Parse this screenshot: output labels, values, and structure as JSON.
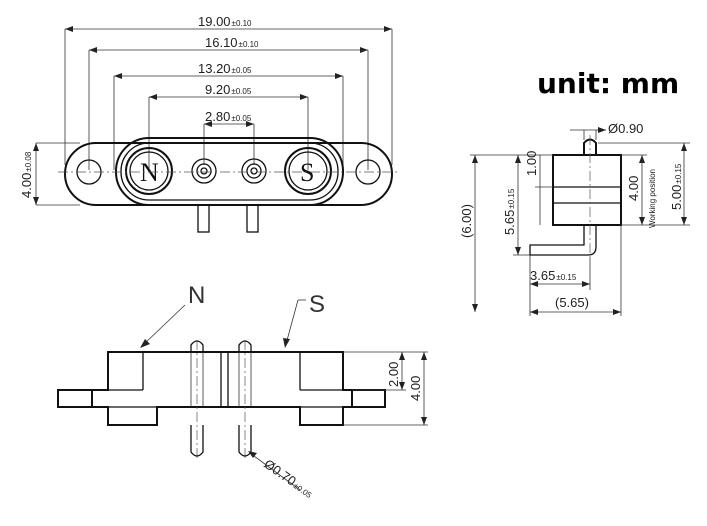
{
  "unit_label": "unit: mm",
  "front_view": {
    "dim_overall": {
      "value": "19.00",
      "tol": "±0.10"
    },
    "dim_holes": {
      "value": "16.10",
      "tol": "±0.10"
    },
    "dim_magnets": {
      "value": "13.20",
      "tol": "±0.05"
    },
    "dim_inner": {
      "value": "9.20",
      "tol": "±0.05"
    },
    "dim_pins": {
      "value": "2.80",
      "tol": "±0.05"
    },
    "dim_height": {
      "value": "4.00",
      "tol": "±0.08"
    },
    "pole_n": "N",
    "pole_s": "S"
  },
  "side_view": {
    "pin_dia": "Ø0.90",
    "dim_100": "1.00",
    "dim_400": "4.00",
    "working_position": "Working position",
    "dim_500": {
      "value": "5.00",
      "tol": "±0.15"
    },
    "dim_600": "(6.00)",
    "dim_565v": {
      "value": "5.65",
      "tol": "±0.15"
    },
    "dim_365": {
      "value": "3.65",
      "tol": "±0.15"
    },
    "dim_565h": "(5.65)"
  },
  "bottom_view": {
    "label_n": "N",
    "label_s": "S",
    "dim_200": "2.00",
    "dim_400": "4.00",
    "pin_dia": {
      "value": "Ø0.70",
      "tol": "±0.05"
    }
  }
}
